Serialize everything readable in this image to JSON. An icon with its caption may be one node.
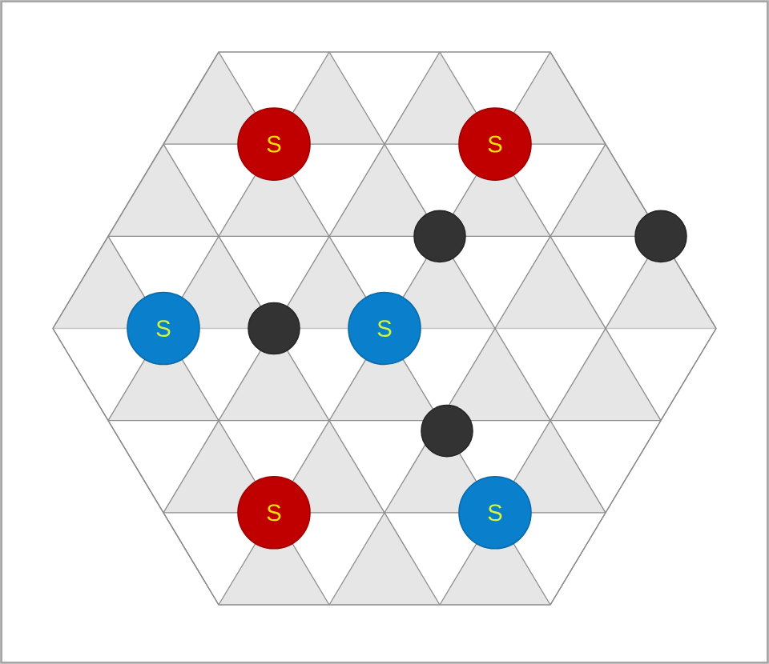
{
  "diagram": {
    "nodes": [
      {
        "text": [
          "S"
        ]
      },
      {
        "text": [
          "S"
        ]
      },
      {
        "text": [],
        "shape": "circle"
      },
      {
        "text": [],
        "shape": "circle"
      },
      {
        "text": [
          "S"
        ]
      },
      {
        "text": [],
        "shape": "circle"
      },
      {
        "text": [
          "S"
        ]
      },
      {
        "text": [],
        "shape": "circle"
      },
      {
        "text": [
          "S"
        ]
      },
      {
        "text": [
          "S"
        ]
      }
    ]
  }
}
